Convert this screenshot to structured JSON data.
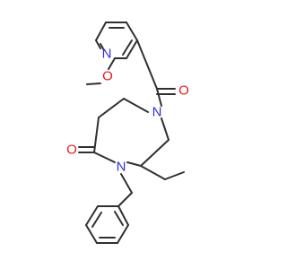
{
  "molecule": {
    "atoms": {
      "pyridine_n": "N",
      "methoxy_o": "O",
      "carbonyl_o_top": "O",
      "ring_n_upper": "N",
      "ring_n_lower": "N",
      "lactam_o": "O"
    },
    "colors": {
      "bond": "#303030",
      "nitrogen": "#2f2fdc",
      "oxygen": "#e8191b",
      "background": "#ffffff"
    }
  }
}
